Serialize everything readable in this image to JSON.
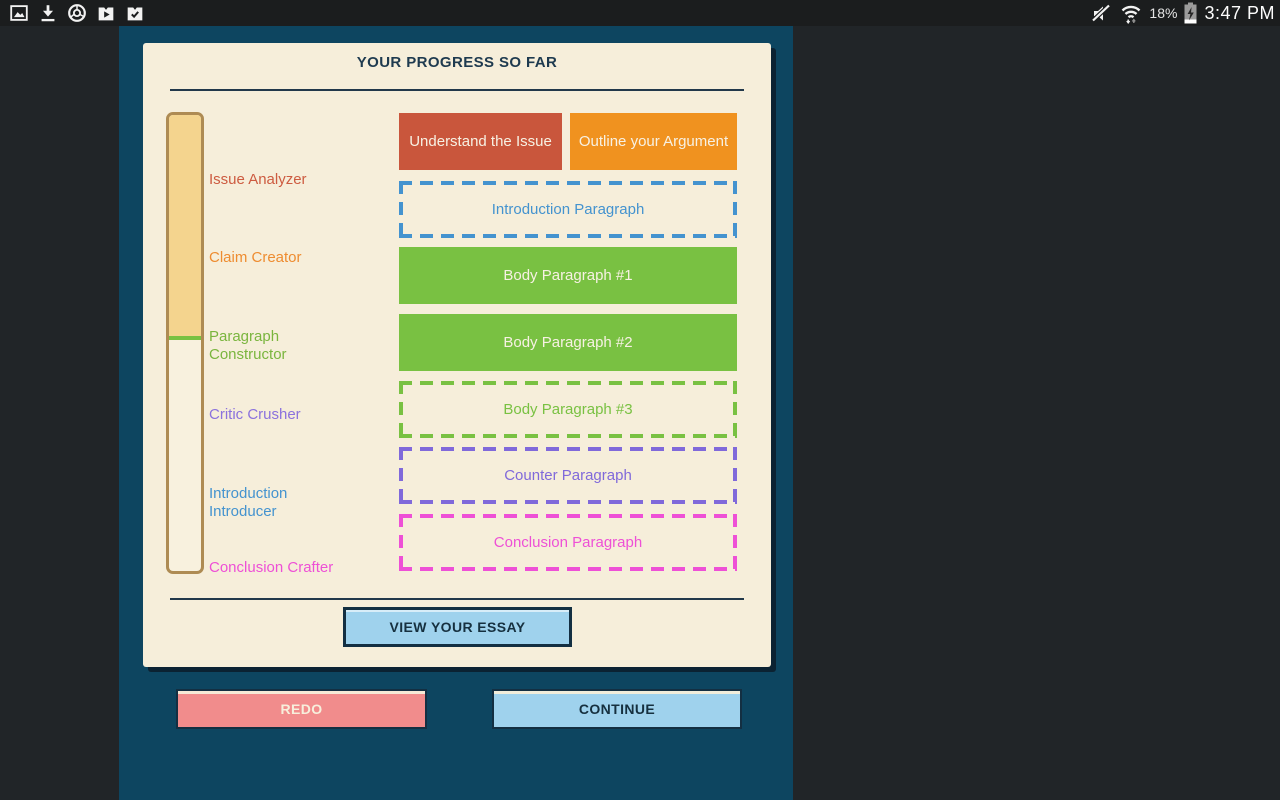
{
  "status_bar": {
    "left_icons": [
      "gallery-icon",
      "download-icon",
      "chrome-icon",
      "play-store-icon",
      "bag-check-icon"
    ],
    "right_icons": [
      "volume-muted-icon",
      "wifi-icon",
      "battery-charging-icon"
    ],
    "battery_percent": "18%",
    "time": "3:47 PM"
  },
  "panel": {
    "title": "YOUR PROGRESS SO FAR",
    "meter": {
      "fill_percent": 48.5,
      "fill_color": "#f4d48e",
      "marker_color": "#79c142",
      "border_color": "#ae8b53",
      "stages": [
        {
          "label": "Issue Analyzer",
          "color": "#cd5b40"
        },
        {
          "label": "Claim Creator",
          "color": "#ee8c30"
        },
        {
          "label": "Paragraph Constructor",
          "color": "#7ab53e"
        },
        {
          "label": "Critic Crusher",
          "color": "#8b72dd"
        },
        {
          "label": "Introduction Introducer",
          "color": "#4493cf"
        },
        {
          "label": "Conclusion Crafter",
          "color": "#ee50d6"
        }
      ]
    },
    "blocks": [
      {
        "label": "Understand the Issue",
        "style": "solid",
        "color": "#c9563c"
      },
      {
        "label": "Outline your Argument",
        "style": "solid",
        "color": "#f0921f"
      },
      {
        "label": "Introduction Paragraph",
        "style": "dashed",
        "color": "#4493cf"
      },
      {
        "label": "Body Paragraph #1",
        "style": "solid",
        "color": "#79c142"
      },
      {
        "label": "Body Paragraph #2",
        "style": "solid",
        "color": "#79c142"
      },
      {
        "label": "Body Paragraph #3",
        "style": "dashed",
        "color": "#79c142"
      },
      {
        "label": "Counter Paragraph",
        "style": "dashed",
        "color": "#8069da"
      },
      {
        "label": "Conclusion Paragraph",
        "style": "dashed",
        "color": "#ee50d6"
      }
    ],
    "view_essay_button": "VIEW YOUR ESSAY"
  },
  "footer": {
    "redo_button": "REDO",
    "continue_button": "CONTINUE"
  },
  "colors": {
    "app_background": "#0d4560",
    "letterbox": "#212528",
    "status_bar": "#1b1d1e",
    "panel_background": "#f6eeda",
    "panel_shadow": "#0b2232",
    "title_text": "#1e3a4f",
    "button_blue": "#9fd2ed",
    "button_red": "#f18c8c",
    "button_border": "#132f42"
  }
}
